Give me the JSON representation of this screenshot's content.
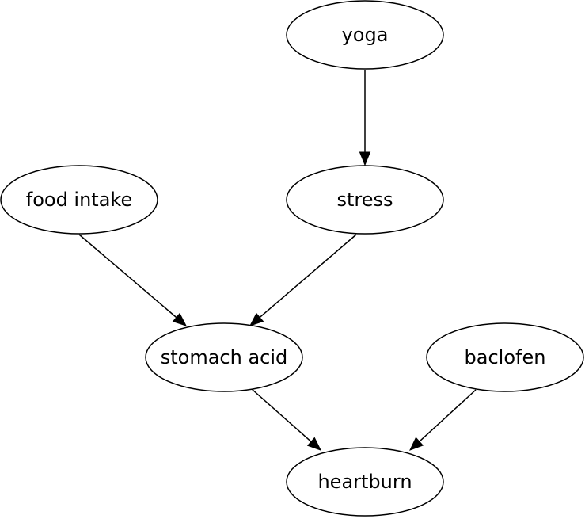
{
  "nodes": [
    {
      "id": "yoga",
      "label": "yoga"
    },
    {
      "id": "food_intake",
      "label": "food intake"
    },
    {
      "id": "stress",
      "label": "stress"
    },
    {
      "id": "stomach_acid",
      "label": "stomach acid"
    },
    {
      "id": "baclofen",
      "label": "baclofen"
    },
    {
      "id": "heartburn",
      "label": "heartburn"
    }
  ],
  "edges": [
    {
      "from": "yoga",
      "to": "stress"
    },
    {
      "from": "food_intake",
      "to": "stomach_acid"
    },
    {
      "from": "stress",
      "to": "stomach_acid"
    },
    {
      "from": "stomach_acid",
      "to": "heartburn"
    },
    {
      "from": "baclofen",
      "to": "heartburn"
    }
  ]
}
